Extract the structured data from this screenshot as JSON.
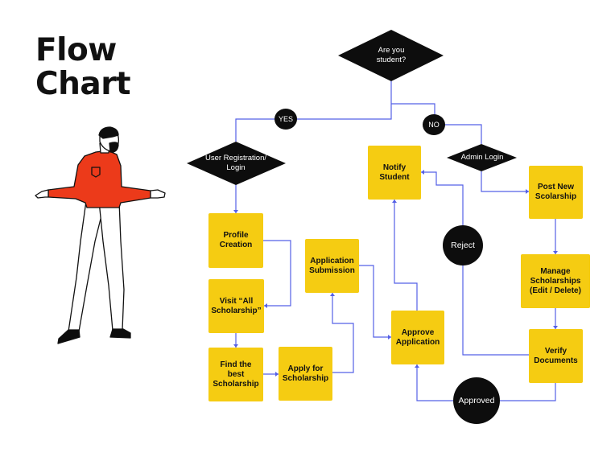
{
  "title": {
    "line1": "Flow",
    "line2": "Chart"
  },
  "colors": {
    "box": "#f5cc12",
    "shape": "#0d0d0d",
    "connector": "#5560e6",
    "shirt": "#ec3a1a",
    "outline": "#111111"
  },
  "decisions": {
    "student": "Are you\nstudent?",
    "user_login": "User Registration/\nLogin",
    "admin_login": "Admin Login"
  },
  "connectors_labels": {
    "yes": "YES",
    "no": "NO",
    "reject": "Reject",
    "approved": "Approved"
  },
  "steps": {
    "profile": "Profile\nCreation",
    "visit": "Visit “All\nScholarship”",
    "find": "Find the best\nScholarship",
    "apply": "Apply for\nScholarship",
    "submission": "Application\nSubmission",
    "approve": "Approve\nApplication",
    "notify": "Notify\nStudent",
    "post": "Post New\nScolarship",
    "manage": "Manage\nScholarships\n(Edit / Delete)",
    "verify": "Verify\nDocuments"
  }
}
